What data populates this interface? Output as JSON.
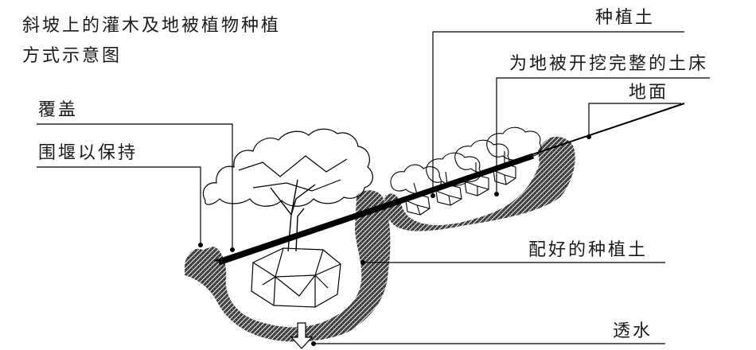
{
  "title": {
    "line1": "斜坡上的灌木及地被植物种植",
    "line2": "方式示意图"
  },
  "labels": {
    "cover": "覆盖",
    "berm": "围堰以保持",
    "planting_soil": "种植土",
    "groundcover_bed": "为地被开挖完整的土床",
    "ground_surface": "地面",
    "prepared_soil": "配好的种植土",
    "drainage": "透水"
  }
}
